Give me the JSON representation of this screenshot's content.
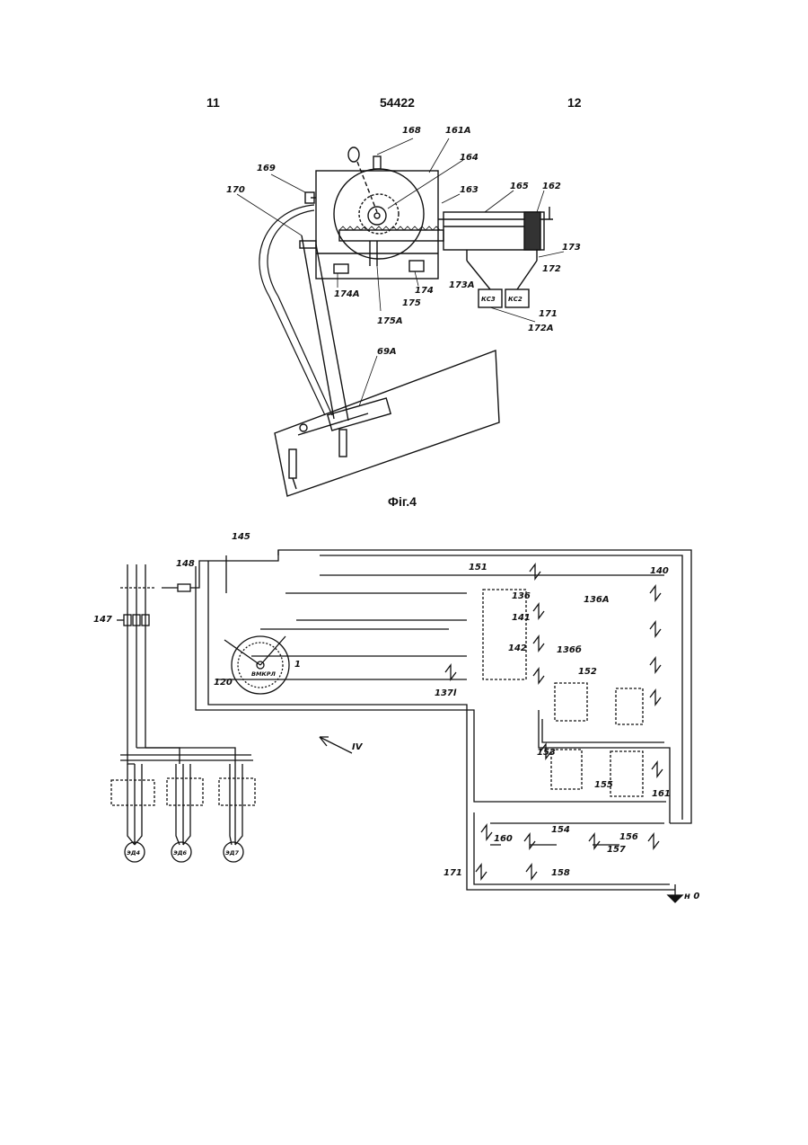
{
  "header": {
    "left_page": "11",
    "patent_number": "54422",
    "right_page": "12"
  },
  "figure4": {
    "caption": "Фіг.4",
    "labels": {
      "l168": "168",
      "l161A": "161A",
      "l164": "164",
      "l169": "169",
      "l163": "163",
      "l165": "165",
      "l162": "162",
      "l170": "170",
      "l173": "173",
      "l172": "172",
      "l174A": "174A",
      "l174": "174",
      "l175": "175",
      "l173A": "173A",
      "l175A": "175A",
      "l171": "171",
      "l172A": "172A",
      "box1": "КС3",
      "box2": "КС2",
      "l69A": "69A"
    }
  },
  "schematic": {
    "labels": {
      "l145": "145",
      "l148": "148",
      "l147": "147",
      "l120": "120",
      "l137l": "137l",
      "l151": "151",
      "l136": "136",
      "l136A": "136A",
      "l141": "141",
      "l142": "142",
      "l136b": "136б",
      "l140": "140",
      "l152": "152",
      "l153": "153",
      "l155": "155",
      "l161": "161",
      "l160": "160",
      "l154": "154",
      "l156": "156",
      "l157": "157",
      "l171": "171",
      "l158": "158",
      "roman": "IV",
      "ground": "н 0",
      "l1": "1",
      "motor1": "ЭД4",
      "motor2": "ЭД6",
      "motor3": "ЭД7",
      "vkr": "ВМКРЛ"
    }
  }
}
